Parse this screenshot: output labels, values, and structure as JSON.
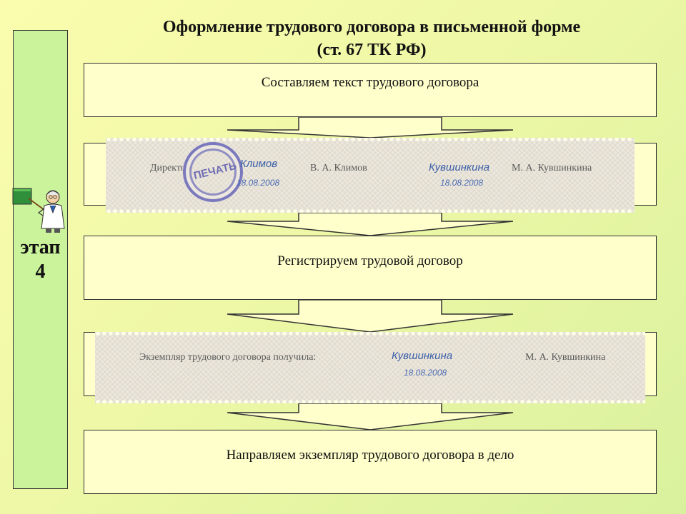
{
  "title": {
    "line1": "Оформление трудового договора в письменной форме",
    "line2": "(ст. 67 ТК РФ)"
  },
  "stage": {
    "word": "этап",
    "number": "4"
  },
  "steps": [
    {
      "text": "Составляем текст трудового договора"
    },
    {
      "text": "Регистрируем трудовой договор"
    },
    {
      "text": "Направляем экземпляр трудового договора в дело"
    }
  ],
  "signatures_doc": {
    "director_label": "Директор",
    "stamp": "ПЕЧАТЬ",
    "director_signature": "Климов",
    "director_date": "18.08.2008",
    "director_name": "В. А. Климов",
    "employee_signature": "Кувшинкина",
    "employee_date": "18.08.2008",
    "employee_name": "М. А. Кувшинкина"
  },
  "receipt_doc": {
    "label": "Экземпляр трудового договора получила:",
    "signature": "Кувшинкина",
    "date": "18.08.2008",
    "name": "М. А. Кувшинкина"
  },
  "colors": {
    "background": "#f4fbaa",
    "stage_column": "#cbf39b",
    "box_fill": "#ffffcc",
    "outline": "#333333",
    "signature_ink": "#3b5fa8",
    "stamp_ink": "#7b79bd"
  },
  "icons": [
    "teacher-with-pointer-icon"
  ]
}
